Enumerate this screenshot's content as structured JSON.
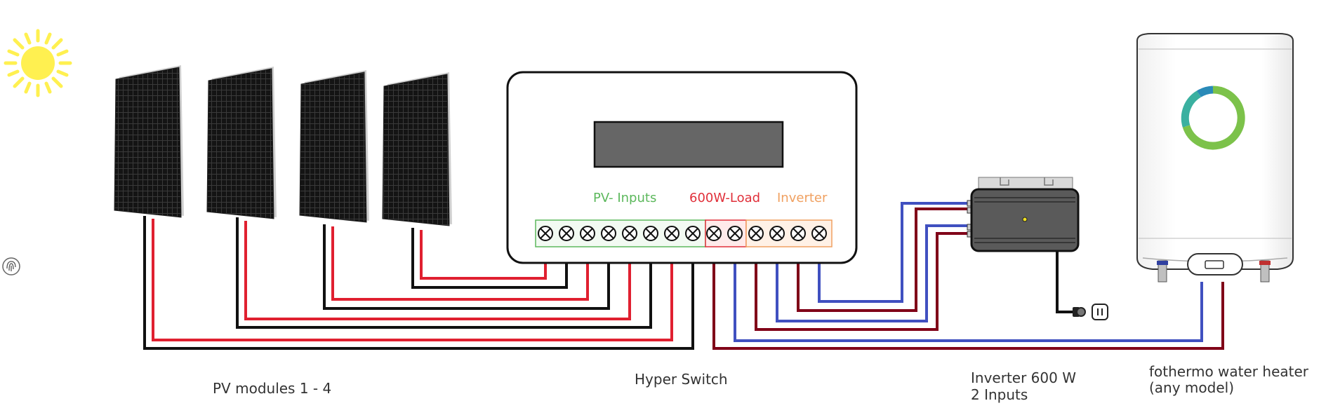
{
  "labels": {
    "pv_modules": "PV modules 1 - 4",
    "hyper_switch": "Hyper Switch",
    "inverter_line1": "Inverter 600 W",
    "inverter_line2": "2 Inputs",
    "heater_line1": "fothermo water heater",
    "heater_line2": "(any model)"
  },
  "terminal_groups": {
    "pv_inputs": "PV- Inputs",
    "load": "600W-Load",
    "inverter": "Inverter"
  },
  "colors": {
    "pv_inputs": "#5cb85c",
    "load": "#e0303a",
    "inverter": "#f0a060",
    "wire_red": "#e02030",
    "wire_black": "#111111",
    "wire_blue": "#4050c0",
    "wire_darkred": "#800018",
    "sun": "#fff050",
    "display": "#666666"
  },
  "icons": {
    "sun": "sun-icon",
    "fingerprint": "fingerprint-icon",
    "plug": "plug-icon",
    "socket": "socket-icon",
    "heater_logo": "ring-logo-icon"
  }
}
